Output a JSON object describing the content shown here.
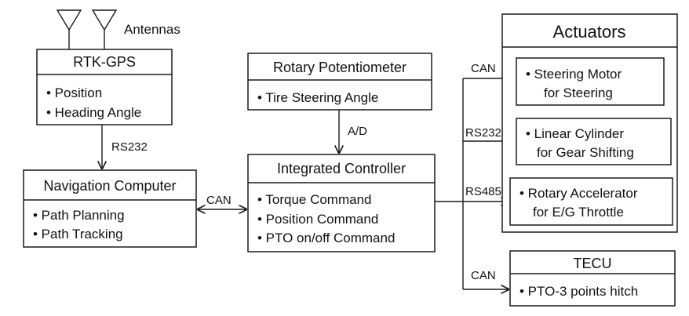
{
  "antennas_label": "Antennas",
  "rtk_gps": {
    "title": "RTK-GPS",
    "items": [
      "• Position",
      "• Heading Angle"
    ]
  },
  "link_gps_nav": "RS232",
  "navigation_computer": {
    "title": "Navigation Computer",
    "items": [
      "• Path Planning",
      "• Path Tracking"
    ]
  },
  "link_nav_ctrl": "CAN",
  "rotary_potentiometer": {
    "title": "Rotary Potentiometer",
    "items": [
      "• Tire Steering Angle"
    ]
  },
  "link_pot_ctrl": "A/D",
  "integrated_controller": {
    "title": "Integrated Controller",
    "items": [
      "• Torque Command",
      "• Position Command",
      "• PTO on/off Command"
    ]
  },
  "actuators": {
    "title": "Actuators",
    "steering": [
      "• Steering Motor",
      "for Steering"
    ],
    "cylinder": [
      "• Linear Cylinder",
      "for Gear Shifting"
    ],
    "accelerator": [
      "• Rotary Accelerator",
      "for E/G Throttle"
    ]
  },
  "links_to_actuators": {
    "steering": "CAN",
    "cylinder": "RS232",
    "accelerator": "RS485"
  },
  "tecu": {
    "title": "TECU",
    "items": [
      "• PTO-3 points hitch"
    ]
  },
  "link_tecu": "CAN"
}
